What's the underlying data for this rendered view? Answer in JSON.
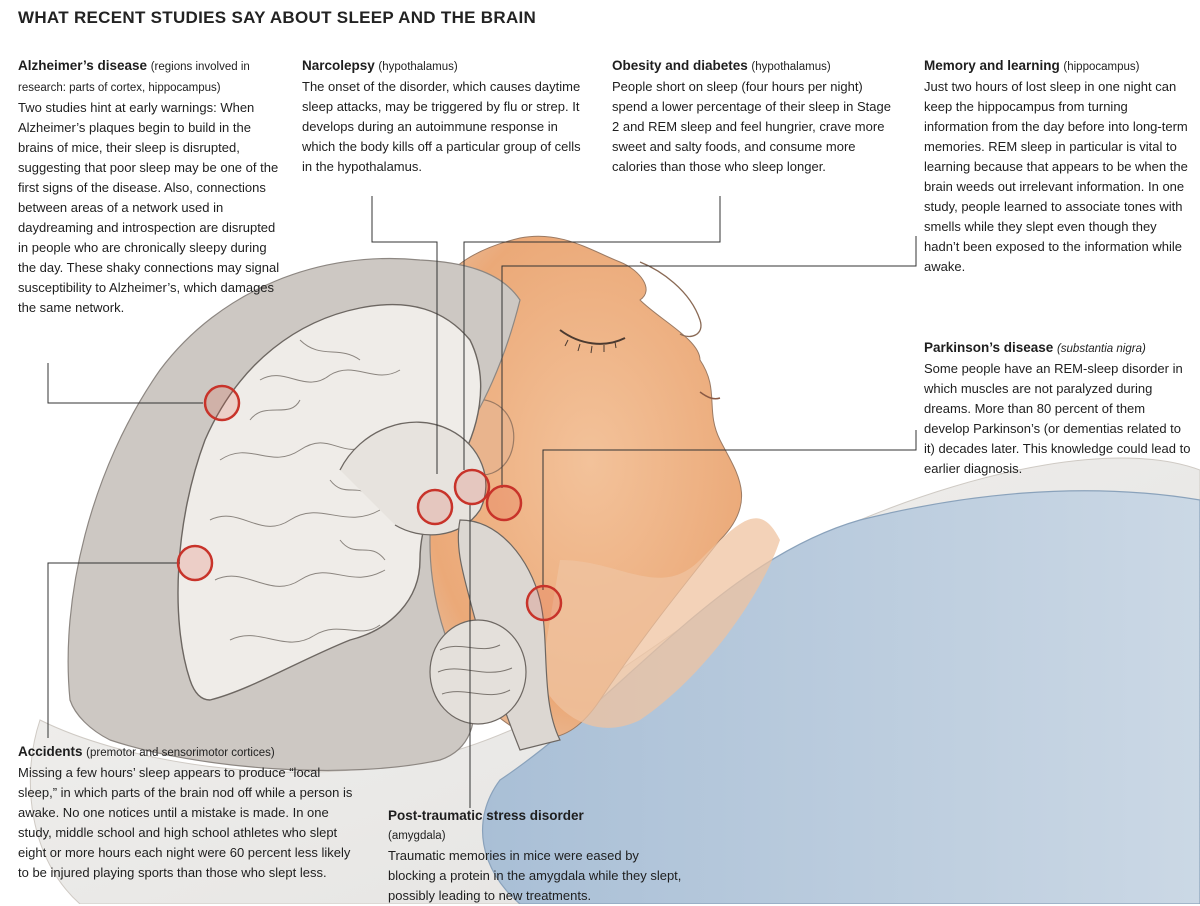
{
  "title": "WHAT RECENT STUDIES SAY ABOUT SLEEP AND THE BRAIN",
  "colors": {
    "marker": "#c8332a",
    "skin": "#efb689",
    "brain": "#d9d4ce",
    "pillow": "#b9cadb"
  },
  "annotations": [
    {
      "id": "alzheimers",
      "heading": "Alzheimer’s disease",
      "region": "(regions involved in research: parts of cortex, hippocampus)",
      "body": "Two studies hint at early warnings: When Alzheimer’s plaques begin to build in the brains of mice, their sleep is disrupted, suggesting that poor sleep may be one of the first signs of the disease. Also, connections between areas of a network used in daydreaming and introspection are disrupted in people who are chronically sleepy during the day. These shaky connections may signal susceptibility to Alzheimer’s, which damages the same network."
    },
    {
      "id": "narcolepsy",
      "heading": "Narcolepsy",
      "region": "(hypothalamus)",
      "body": "The onset of the disorder, which causes daytime sleep attacks, may be triggered by flu or strep. It develops during an autoimmune response in which the body kills off a particular group of cells in the hypothalamus."
    },
    {
      "id": "obesity",
      "heading": "Obesity and diabetes",
      "region": "(hypothalamus)",
      "body": "People short on sleep (four hours per night) spend a lower percentage of their sleep in Stage 2 and REM sleep and feel hungrier, crave more sweet and salty foods, and consume more calories than those who sleep longer."
    },
    {
      "id": "memory",
      "heading": "Memory and learning",
      "region": "(hippocampus)",
      "body": "Just two hours of lost sleep in one night can keep the hippocampus from turning information from the day before into long-term memories. REM sleep in particular is vital to learning because that appears to be when the brain weeds out irrelevant information. In one study, people learned to associate tones with smells while they slept even though they hadn’t been exposed to the information while awake."
    },
    {
      "id": "parkinsons",
      "heading": "Parkinson’s disease",
      "region": "(substantia nigra)",
      "body": "Some people have an REM-sleep disorder in which muscles are not paralyzed during dreams. More than 80 percent of them develop Parkinson’s (or dementias related to it) decades later. This knowledge could lead to earlier diagnosis."
    },
    {
      "id": "accidents",
      "heading": "Accidents",
      "region": "(premotor and sensorimotor cortices)",
      "body": "Missing a few hours’ sleep appears to produce “local sleep,” in which parts of the brain nod off while a person is awake. No one notices until a mistake is made. In one study, middle school and high school athletes who slept eight or more hours each night were 60 percent less likely to be injured playing sports than those who slept less."
    },
    {
      "id": "ptsd",
      "heading": "Post-traumatic stress disorder",
      "region": "(amygdala)",
      "body": "Traumatic memories in mice were eased by blocking a protein in the amygdala while they slept, possibly leading to new treatments."
    }
  ]
}
